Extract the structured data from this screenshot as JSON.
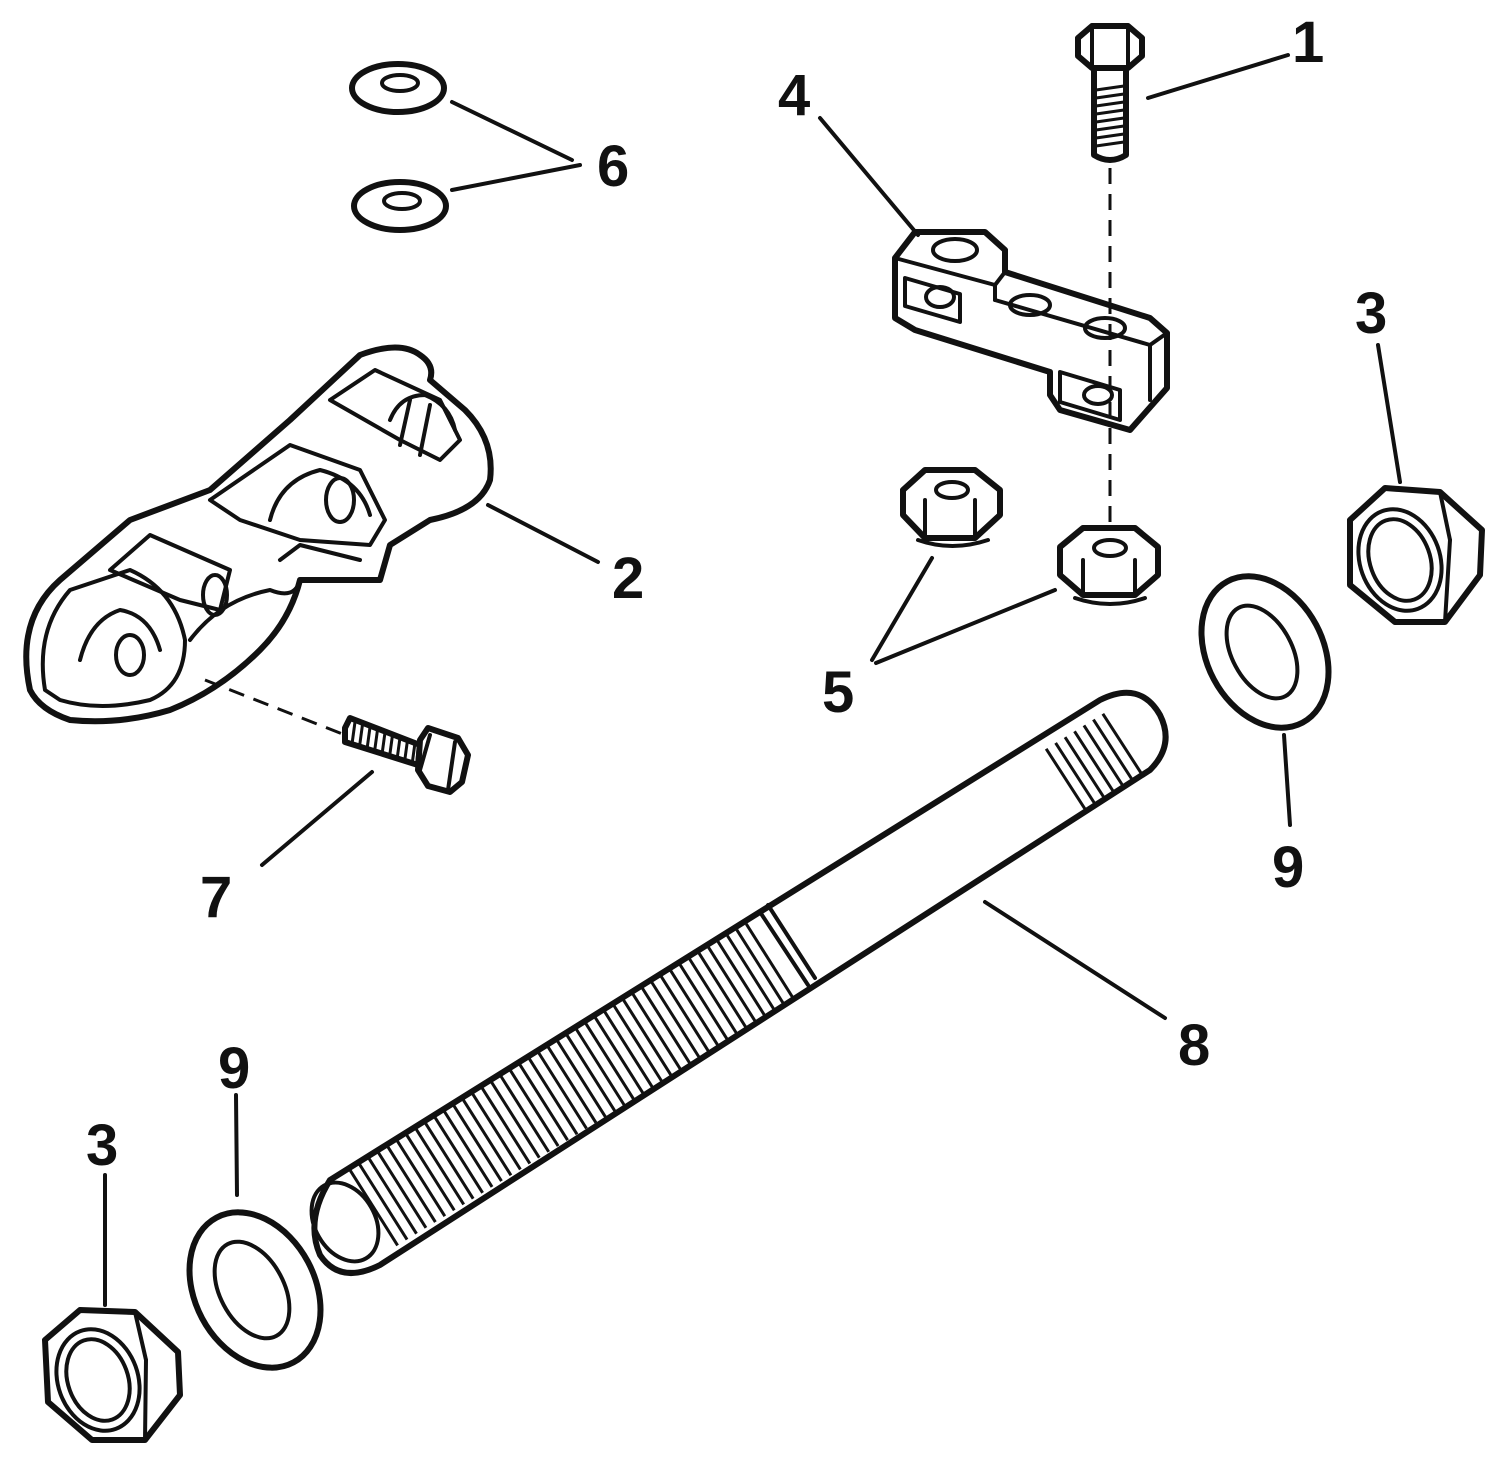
{
  "callouts": [
    {
      "id": "1",
      "label": "1"
    },
    {
      "id": "2",
      "label": "2"
    },
    {
      "id": "3a",
      "label": "3"
    },
    {
      "id": "3b",
      "label": "3"
    },
    {
      "id": "4",
      "label": "4"
    },
    {
      "id": "5",
      "label": "5"
    },
    {
      "id": "6",
      "label": "6"
    },
    {
      "id": "7",
      "label": "7"
    },
    {
      "id": "8",
      "label": "8"
    },
    {
      "id": "9a",
      "label": "9"
    },
    {
      "id": "9b",
      "label": "9"
    }
  ],
  "colors": {
    "ink": "#111111",
    "paper": "#ffffff"
  }
}
